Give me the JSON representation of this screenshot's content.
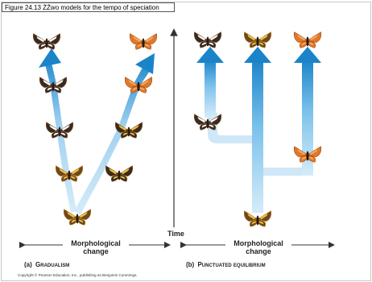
{
  "figure": {
    "title": "Figure 24.13 ŻŻwo models for the tempo of speciation"
  },
  "axes": {
    "time_label": "Time",
    "morph_label_line1": "Morphological",
    "morph_label_line2": "change"
  },
  "panels": {
    "a_letter": "(a)",
    "a_label": "Gradualism",
    "b_letter": "(b)",
    "b_label": "Punctuated equilibrium"
  },
  "footer": {
    "copyright": "Copyright © Pearson Education, Inc., publishing as Benjamin Cummings."
  },
  "colors": {
    "arrow_light": "#bfe0f5",
    "arrow_mid": "#5fb3e6",
    "arrow_dark": "#1b84c9",
    "butterfly_dark": "#3b2a1e",
    "butterfly_white": "#ffffff",
    "butterfly_orange": "#e0782a",
    "butterfly_yellow": "#f2c23a"
  }
}
